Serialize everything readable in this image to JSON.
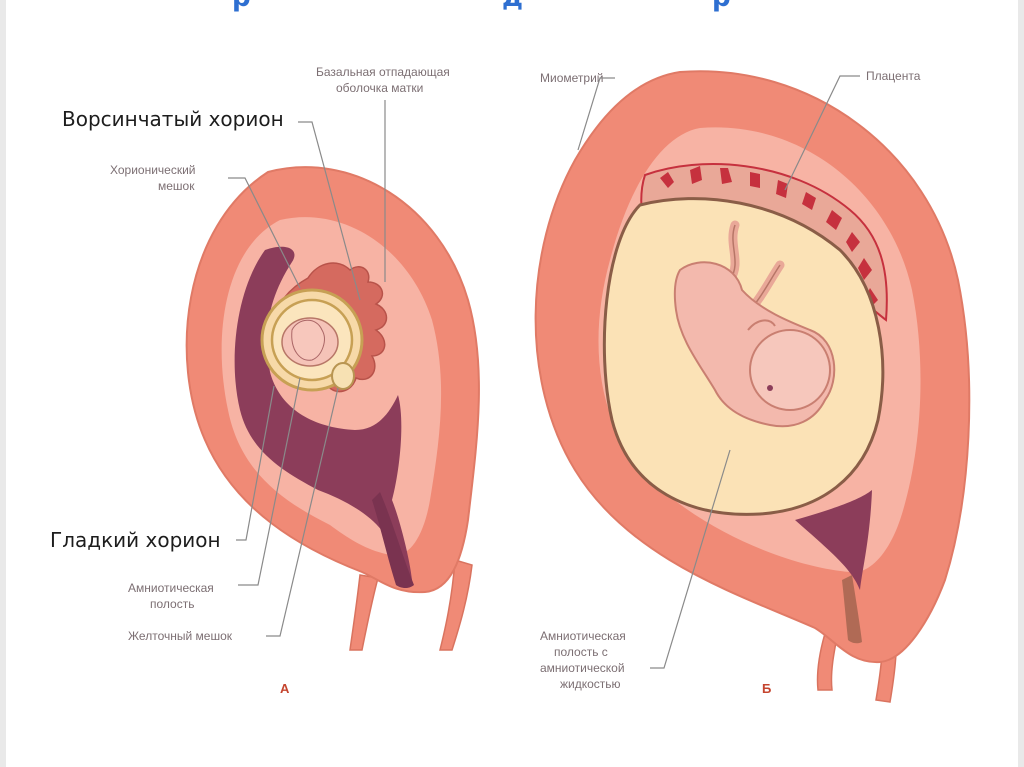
{
  "title_fragments": [
    "р",
    "д",
    "р"
  ],
  "big_labels": {
    "villous_chorion": "Ворсинчатый хорион",
    "smooth_chorion": "Гладкий хорион"
  },
  "labels_a": {
    "chorionic_sac_line1": "Хорионический",
    "chorionic_sac_line2": "мешок",
    "decidua_line1": "Базальная отпадающая",
    "decidua_line2": "оболочка матки",
    "amniotic_cavity_line1": "Амниотическая",
    "amniotic_cavity_line2": "полость",
    "yolk_sac": "Желточный мешок",
    "panel_letter": "А"
  },
  "labels_b": {
    "myometrium": "Миометрий",
    "placenta": "Плацента",
    "amniotic_fluid_line1": "Амниотическая",
    "amniotic_fluid_line2": "полость с",
    "amniotic_fluid_line3": "амниотической",
    "amniotic_fluid_line4": "жидкостью",
    "panel_letter": "Б"
  },
  "colors": {
    "uterus": "#f08a76",
    "uterus_inner": "#f7b3a4",
    "cavity": "#8c3d5a",
    "amniotic_fluid": "#fbe2b6",
    "embryo": "#f3b9ad",
    "placenta": "#c6313e",
    "leader": "#8a8a8a",
    "title": "#2e6fd1"
  }
}
